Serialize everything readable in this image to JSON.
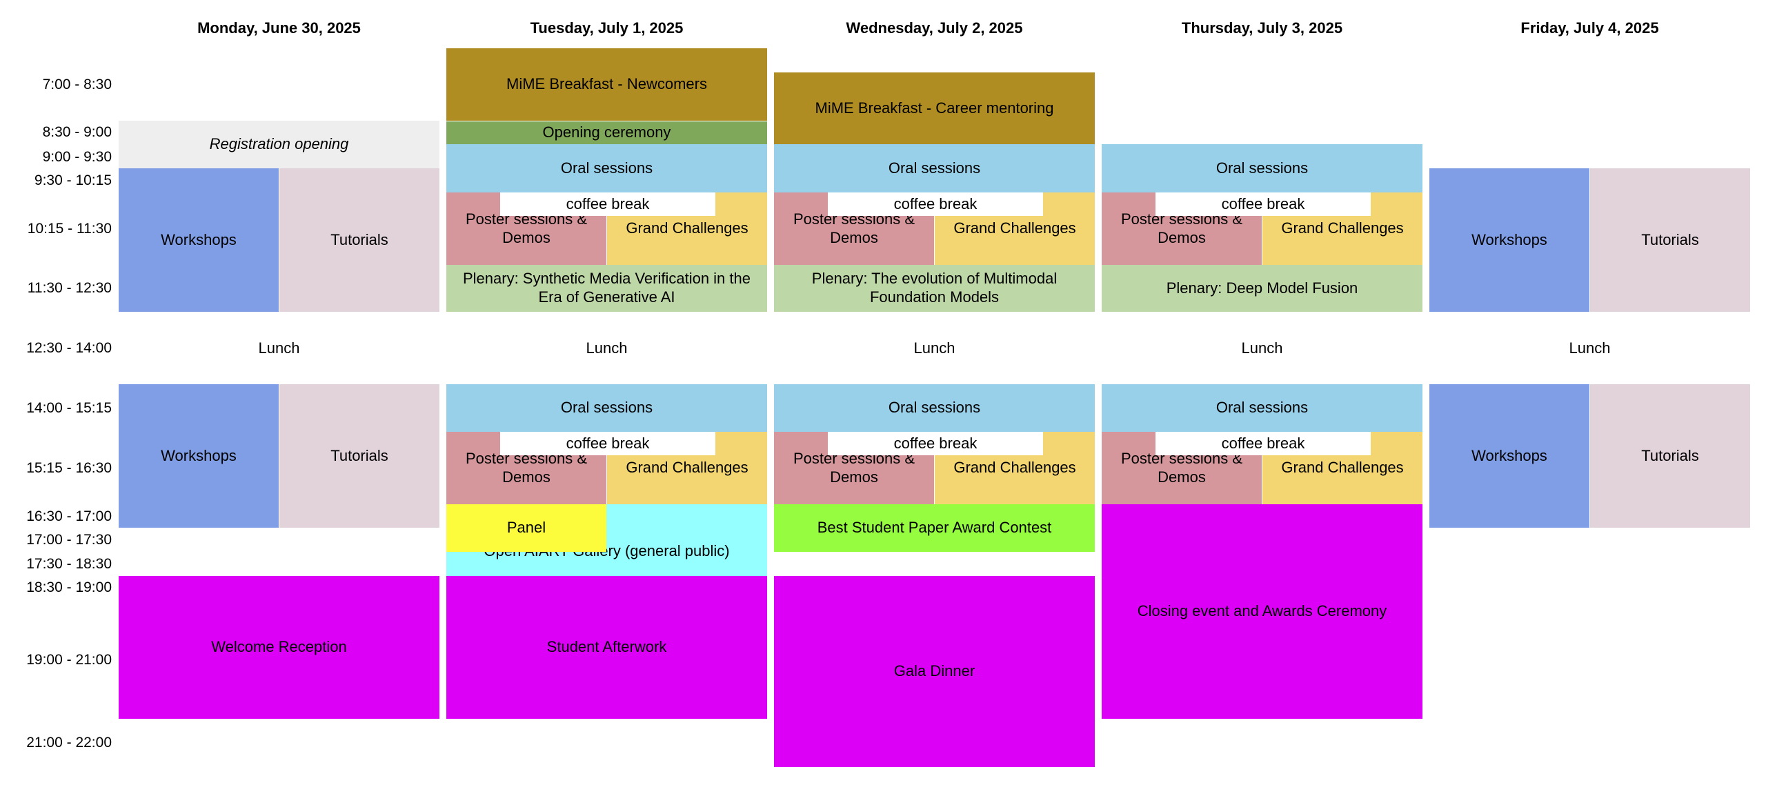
{
  "days": [
    "Monday, June 30, 2025",
    "Tuesday, July 1, 2025",
    "Wednesday, July 2, 2025",
    "Thursday, July 3, 2025",
    "Friday, July 4, 2025"
  ],
  "time_slots": [
    "7:00 - 8:30",
    "8:30 - 9:00",
    "9:00 - 9:30",
    "9:30 - 10:15",
    "10:15 - 11:30",
    "11:30 - 12:30",
    "12:30 - 14:00",
    "14:00 - 15:15",
    "15:15 - 16:30",
    "16:30 - 17:00",
    "17:00 - 17:30",
    "17:30 - 18:30",
    "18:30 - 19:00",
    "19:00 - 21:00",
    "21:00 - 22:00"
  ],
  "colors": {
    "breakfast": "#b08d22",
    "ceremony": "#7fa85a",
    "oral": "#98d0ea",
    "poster": "#d5979b",
    "grand": "#f3d671",
    "plenary": "#bed7a6",
    "workshops": "#7f9ee6",
    "tutorials": "#e2d2da",
    "registration": "#eeeeee",
    "magenta": "#dc00f7",
    "panel": "#fcfc3c",
    "gallery": "#95fefe",
    "award": "#95fc3f"
  },
  "events": {
    "registration": "Registration opening",
    "workshops": "Workshops",
    "tutorials": "Tutorials",
    "lunch": "Lunch",
    "welcome_reception": "Welcome Reception",
    "breakfast_newcomers": "MiME Breakfast - Newcomers",
    "opening_ceremony": "Opening ceremony",
    "oral_sessions": "Oral sessions",
    "coffee_break": "coffee break",
    "poster_sessions": "Poster sessions & Demos",
    "grand_challenges": "Grand Challenges",
    "plenary_tue": "Plenary: Synthetic Media Verification in the Era of Generative AI",
    "panel": "Panel",
    "gallery": "Open AIART Gallery (general public)",
    "student_afterwork": "Student Afterwork",
    "breakfast_career": "MiME Breakfast - Career mentoring",
    "plenary_wed": "Plenary: The evolution of Multimodal Foundation Models",
    "best_student_paper": "Best Student Paper Award Contest",
    "gala_dinner": "Gala Dinner",
    "plenary_thu": "Plenary: Deep Model Fusion",
    "closing_event": "Closing event and Awards Ceremony"
  }
}
